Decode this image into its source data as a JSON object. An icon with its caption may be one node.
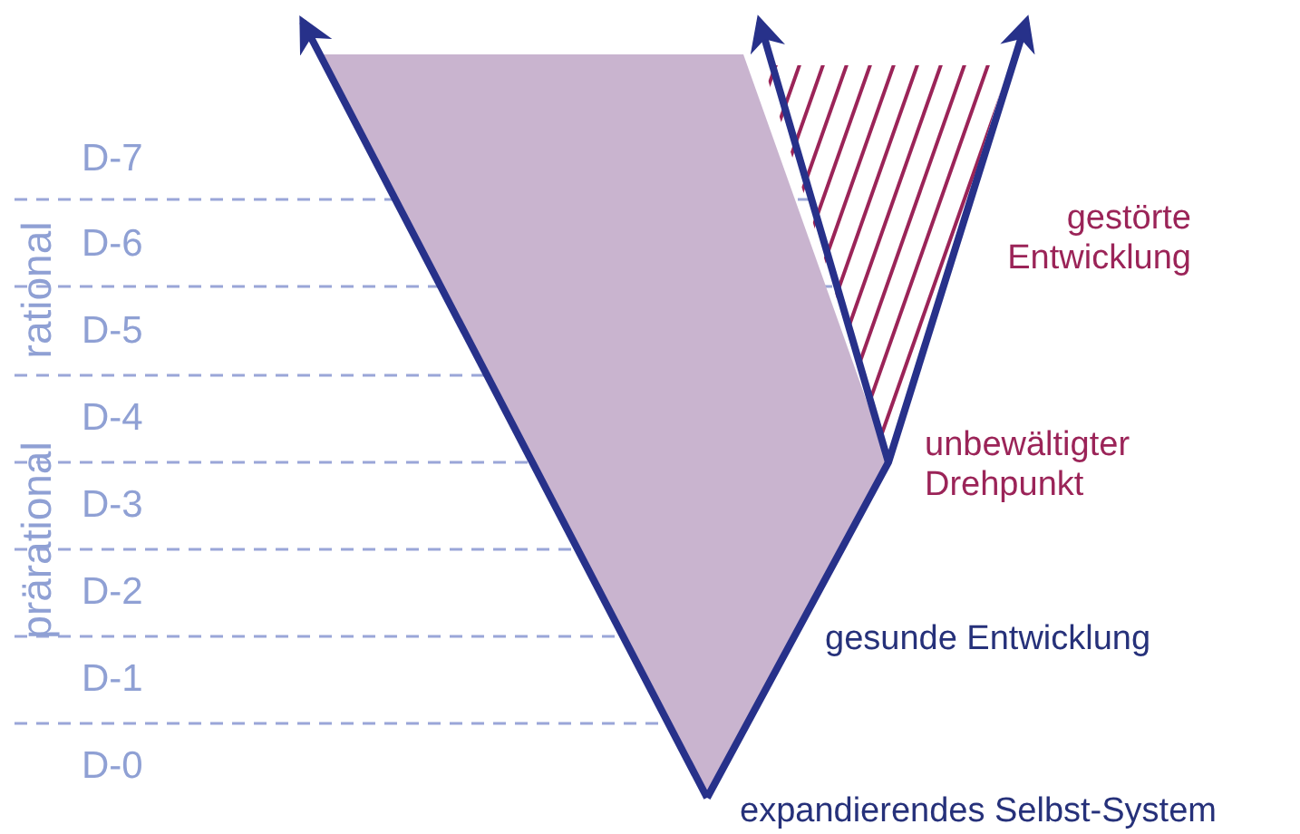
{
  "diagram": {
    "labels": [
      "D-7",
      "D-6",
      "D-5",
      "D-4",
      "D-3",
      "D-2",
      "D-1",
      "D-0",
      "rational",
      "prärational",
      "gestörte Entwicklung",
      "unbewältigter Drehpunkt",
      "gesunde Entwicklung",
      "expandierendes Selbst-System"
    ]
  }
}
